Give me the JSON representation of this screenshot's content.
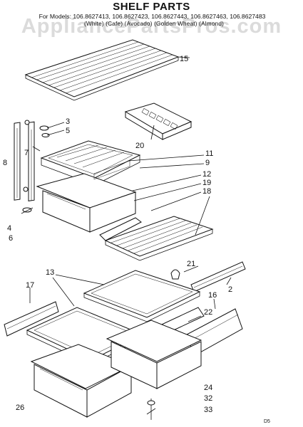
{
  "header": {
    "title": "SHELF PARTS",
    "models": "For Models: 106.8627413, 106.8627423, 106.8627443, 106.8627463, 106.8627483",
    "colors": "(White)   (Cafe)   (Avocado)   (Golden Wheat)   (Almond)"
  },
  "watermark": "AppliancePartsPros.com",
  "callouts": {
    "p15": "15",
    "p3": "3",
    "p5": "5",
    "p7": "7",
    "p8": "8",
    "p20": "20",
    "p11": "11",
    "p9": "9",
    "p12": "12",
    "p19": "19",
    "p18": "18",
    "p4": "4",
    "p6": "6",
    "p21": "21",
    "p2": "2",
    "p13": "13",
    "p17": "17",
    "p16": "16",
    "p22": "22",
    "p24": "24",
    "p32": "32",
    "p33": "33",
    "p26": "26"
  },
  "footer": {
    "figure_code": "D5"
  }
}
